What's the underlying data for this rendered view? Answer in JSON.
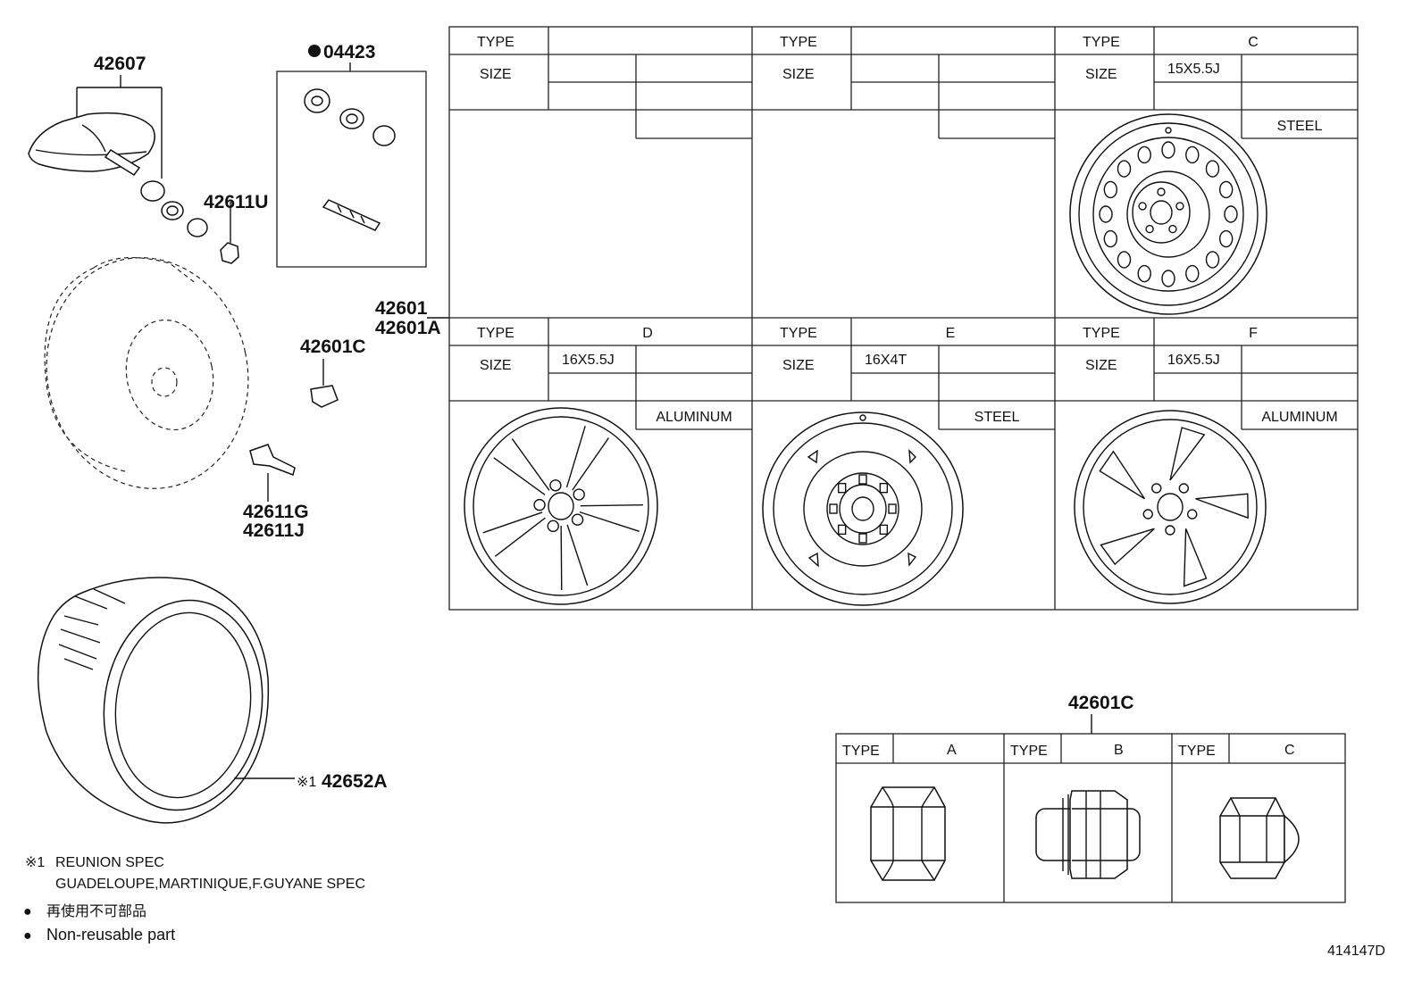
{
  "parts": {
    "sensor": "42607",
    "valve_kit": "04423",
    "nut_u": "42611U",
    "wheel": [
      "42601",
      "42601A"
    ],
    "hub_nut": "42601C",
    "valve": [
      "42611G",
      "42611J"
    ],
    "tire_mark": "※1",
    "tire": "42652A",
    "nut_table_title": "42601C",
    "diagram_code": "414147D"
  },
  "labels": {
    "type": "TYPE",
    "size": "SIZE"
  },
  "wheel_tables": [
    {
      "type": "",
      "size": "",
      "material": ""
    },
    {
      "type": "",
      "size": "",
      "material": ""
    },
    {
      "type": "C",
      "size": "15X5.5J",
      "material": "STEEL"
    },
    {
      "type": "D",
      "size": "16X5.5J",
      "material": "ALUMINUM"
    },
    {
      "type": "E",
      "size": "16X4T",
      "material": "STEEL"
    },
    {
      "type": "F",
      "size": "16X5.5J",
      "material": "ALUMINUM"
    }
  ],
  "nut_types": [
    "A",
    "B",
    "C"
  ],
  "notes": {
    "spec_mark": "※1",
    "spec_line1": "REUNION SPEC",
    "spec_line2": "GUADELOUPE,MARTINIQUE,F.GUYANE SPEC",
    "bullet": "●",
    "jp": "再使用不可部品",
    "en": "Non-reusable part"
  }
}
